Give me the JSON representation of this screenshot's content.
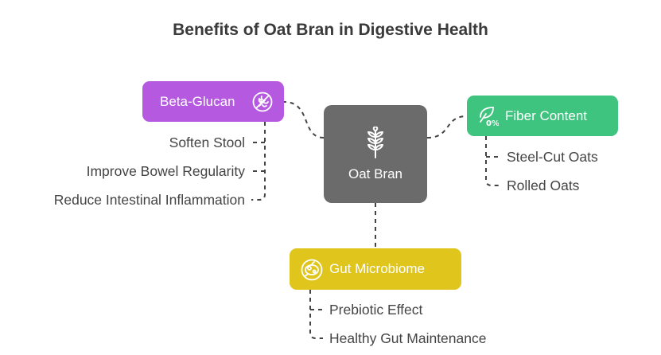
{
  "title": "Benefits of Oat Bran in Digestive Health",
  "center": {
    "label": "Oat Bran",
    "icon": "wheat-icon",
    "color": "#6b6b6b"
  },
  "branches": {
    "beta_glucan": {
      "label": "Beta-Glucan",
      "icon": "gluten-free-icon",
      "color": "#b55ae0",
      "items": [
        "Soften Stool",
        "Improve Bowel Regularity",
        "Reduce Intestinal Inflammation"
      ]
    },
    "fiber_content": {
      "label": "Fiber Content",
      "icon": "zero-percent-leaf-icon",
      "color": "#3ec47e",
      "items": [
        "Steel-Cut Oats",
        "Rolled Oats"
      ]
    },
    "gut_microbiome": {
      "label": "Gut Microbiome",
      "icon": "bacteria-icon",
      "color": "#dfc51c",
      "items": [
        "Prebiotic Effect",
        "Healthy Gut Maintenance"
      ]
    }
  },
  "connector_color": "#444444"
}
